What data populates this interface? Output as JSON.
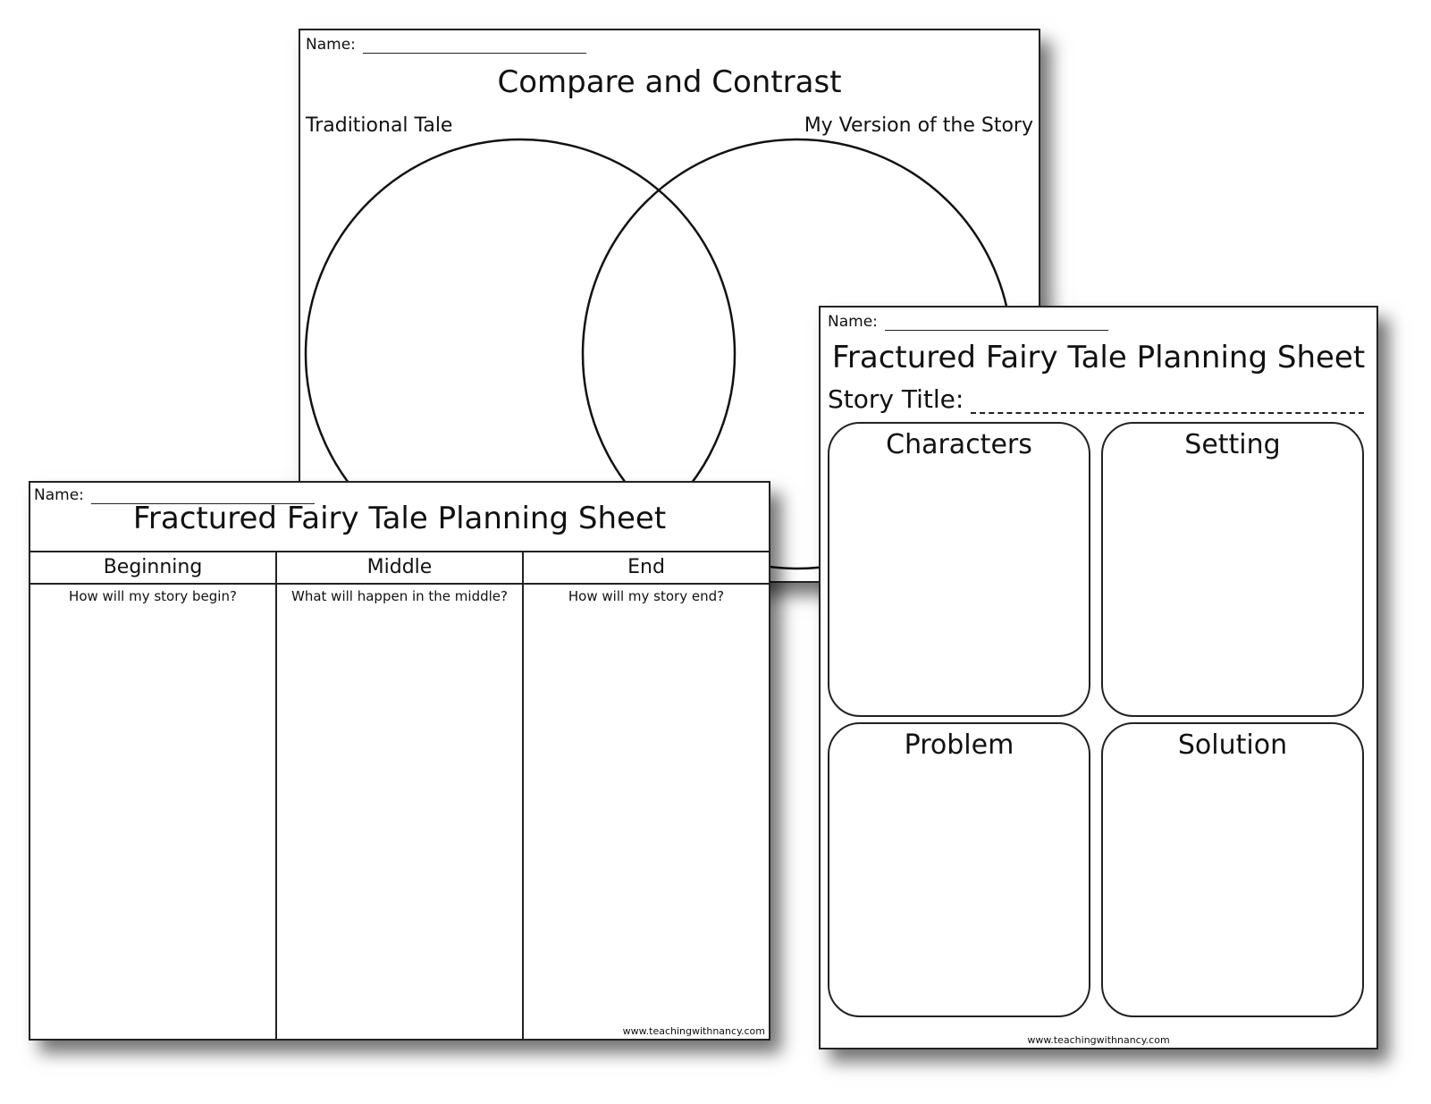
{
  "venn_sheet": {
    "name_label": "Name:",
    "title": "Compare and Contrast",
    "left_label": "Traditional Tale",
    "right_label": "My Version of the Story"
  },
  "bme_sheet": {
    "name_label": "Name:",
    "title": "Fractured Fairy Tale Planning Sheet",
    "columns": [
      {
        "header": "Beginning",
        "prompt": "How will my story begin?"
      },
      {
        "header": "Middle",
        "prompt": "What will happen in the middle?"
      },
      {
        "header": "End",
        "prompt": "How will my story end?"
      }
    ],
    "footer": "www.teachingwithnancy.com"
  },
  "story_sheet": {
    "name_label": "Name:",
    "title": "Fractured Fairy Tale Planning Sheet",
    "story_title_label": "Story Title:",
    "boxes": [
      "Characters",
      "Setting",
      "Problem",
      "Solution"
    ],
    "footer": "www.teachingwithnancy.com"
  }
}
